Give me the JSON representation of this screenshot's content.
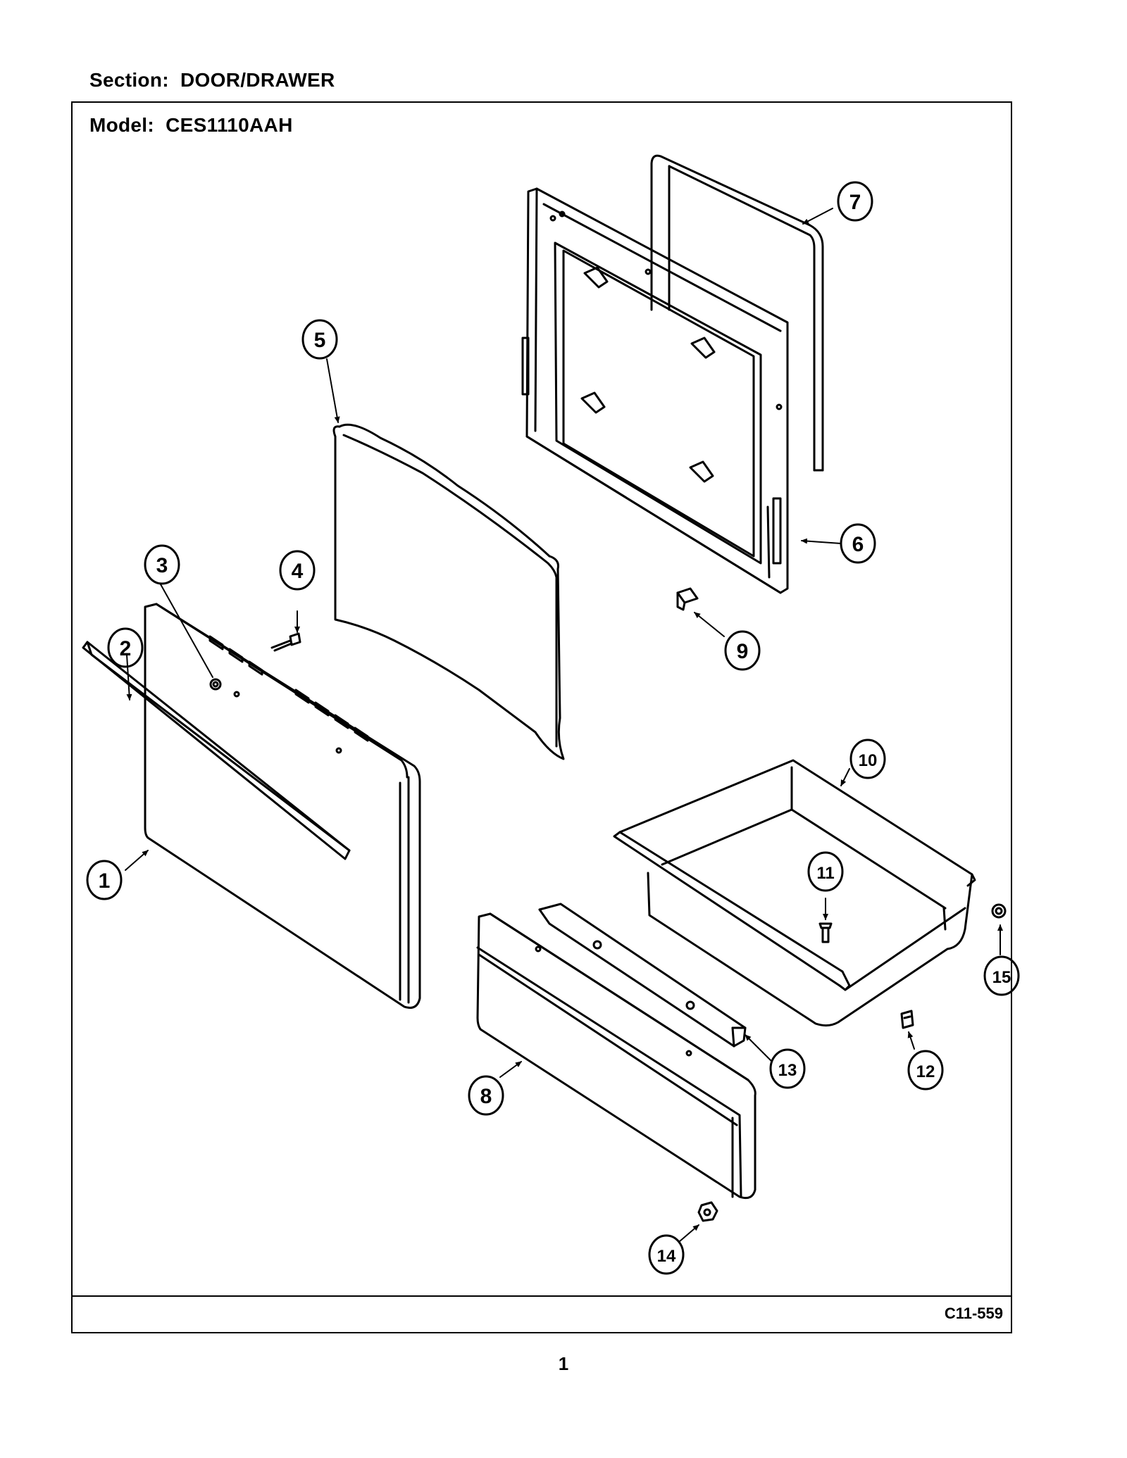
{
  "header": {
    "section": "Section:  DOOR/DRAWER",
    "model": "Model:  CES1110AAH"
  },
  "footer": {
    "diagram_code": "C11-559",
    "page_number": "1"
  },
  "callouts": [
    {
      "number": "1"
    },
    {
      "number": "2"
    },
    {
      "number": "3"
    },
    {
      "number": "4"
    },
    {
      "number": "5"
    },
    {
      "number": "6"
    },
    {
      "number": "7"
    },
    {
      "number": "8"
    },
    {
      "number": "9"
    },
    {
      "number": "10"
    },
    {
      "number": "11"
    },
    {
      "number": "12"
    },
    {
      "number": "13"
    },
    {
      "number": "14"
    },
    {
      "number": "15"
    }
  ]
}
